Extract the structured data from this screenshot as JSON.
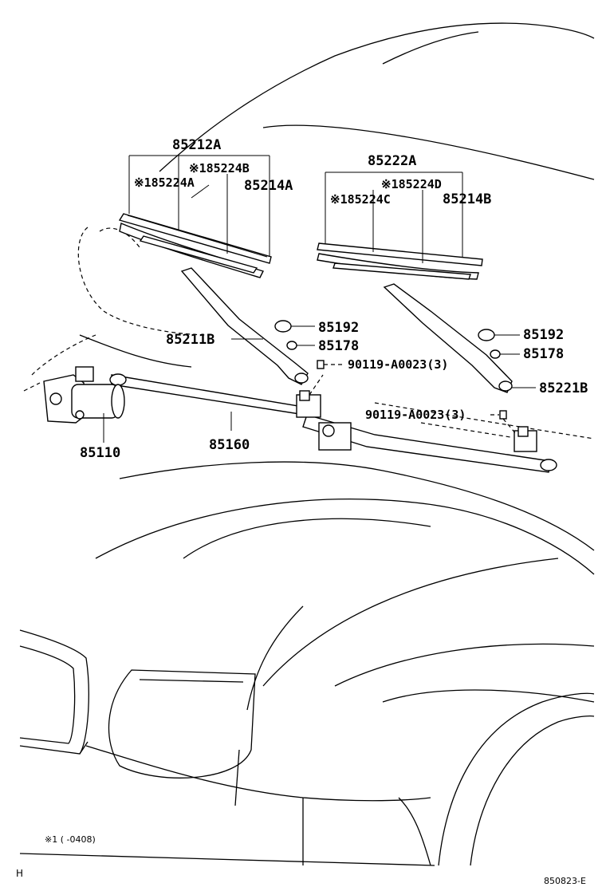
{
  "labels": {
    "blade_assy_left": "85212A",
    "refill_b": "※185224B",
    "refill_a": "※185224A",
    "blade_backing_left": "85214A",
    "blade_assy_right": "85222A",
    "refill_d": "※185224D",
    "refill_c": "※185224C",
    "blade_backing_right": "85214B",
    "arm_left": "85211B",
    "cap_left": "85192",
    "nut_left": "85178",
    "bolt_left": "90119-A0023(3)",
    "cap_right": "85192",
    "nut_right": "85178",
    "arm_right": "85221B",
    "bolt_right": "90119-A0023(3)",
    "motor": "85110",
    "link": "85160"
  },
  "footnote": "※1 (    -0408)",
  "corner_mark": "H",
  "diagram_code": "850823-E"
}
